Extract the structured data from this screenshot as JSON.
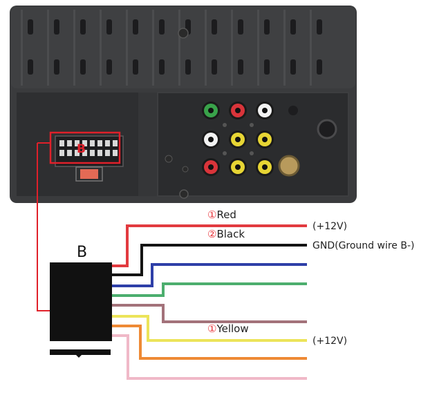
{
  "connector": {
    "panel_letter": "B",
    "box_letter": "B"
  },
  "wires": [
    {
      "key": "red",
      "color": "#e23a3f",
      "marker": "①",
      "name": "Red",
      "end_label": "(+12V)"
    },
    {
      "key": "black",
      "color": "#141414",
      "marker": "②",
      "name": "Black",
      "end_label": "GND(Ground wire B-)"
    },
    {
      "key": "blue",
      "color": "#2e3fa8",
      "marker": "",
      "name": "",
      "end_label": ""
    },
    {
      "key": "green",
      "color": "#4cae6e",
      "marker": "",
      "name": "",
      "end_label": ""
    },
    {
      "key": "brown",
      "color": "#a3727a",
      "marker": "",
      "name": "",
      "end_label": ""
    },
    {
      "key": "yellow",
      "color": "#ece45a",
      "marker": "①",
      "name": "Yellow",
      "end_label": "(+12V)"
    },
    {
      "key": "orange",
      "color": "#ee8a35",
      "marker": "",
      "name": "",
      "end_label": ""
    },
    {
      "key": "pink",
      "color": "#f0b9c8",
      "marker": "",
      "name": "",
      "end_label": ""
    }
  ],
  "rca_jacks": [
    {
      "color": "#39a24a"
    },
    {
      "color": "#d9343a"
    },
    {
      "color": "#f2f2f2"
    },
    {
      "color": "#f2f2f2"
    },
    {
      "color": "#e7d534"
    },
    {
      "color": "#e7d534"
    },
    {
      "color": "#d9343a"
    },
    {
      "color": "#e7d534"
    },
    {
      "color": "#e7d534"
    }
  ],
  "colors": {
    "unit_body": "#3a3b3d",
    "unit_panel": "#2c2d2f",
    "highlight": "#e0202a",
    "box": "#111111"
  }
}
